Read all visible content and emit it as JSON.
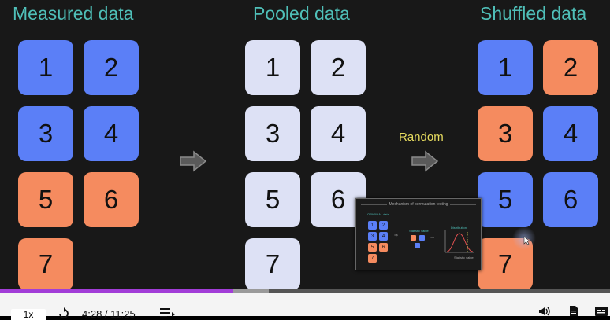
{
  "headings": {
    "measured": "Measured data",
    "pooled": "Pooled data",
    "shuffled": "Shuffled data"
  },
  "measured_tiles": [
    "1",
    "2",
    "3",
    "4",
    "5",
    "6",
    "7"
  ],
  "pooled_tiles": [
    "1",
    "2",
    "3",
    "4",
    "5",
    "6",
    "7"
  ],
  "shuffled_tiles": [
    "1",
    "2",
    "3",
    "4",
    "5",
    "6",
    "7"
  ],
  "random_label": "Random",
  "thumbnail": {
    "title": "Mechanism of permutation testing",
    "original_label": "ORIGINAL data",
    "statistic_label": "Statistic value",
    "distribution_label": "Distribution",
    "statistic_axis": "Statistic value",
    "tiles": [
      "1",
      "2",
      "3",
      "4",
      "5",
      "6",
      "7"
    ]
  },
  "player": {
    "speed": "1x",
    "time": "4:28 / 11:25",
    "progress": 0.383,
    "buffered": 0.44
  },
  "colors": {
    "blue": "#5b7ff7",
    "orange": "#f58b5f",
    "pale": "#dde1f5",
    "heading": "#4fbfb8",
    "random": "#e7dc5f",
    "progress": "#a23dd8"
  }
}
